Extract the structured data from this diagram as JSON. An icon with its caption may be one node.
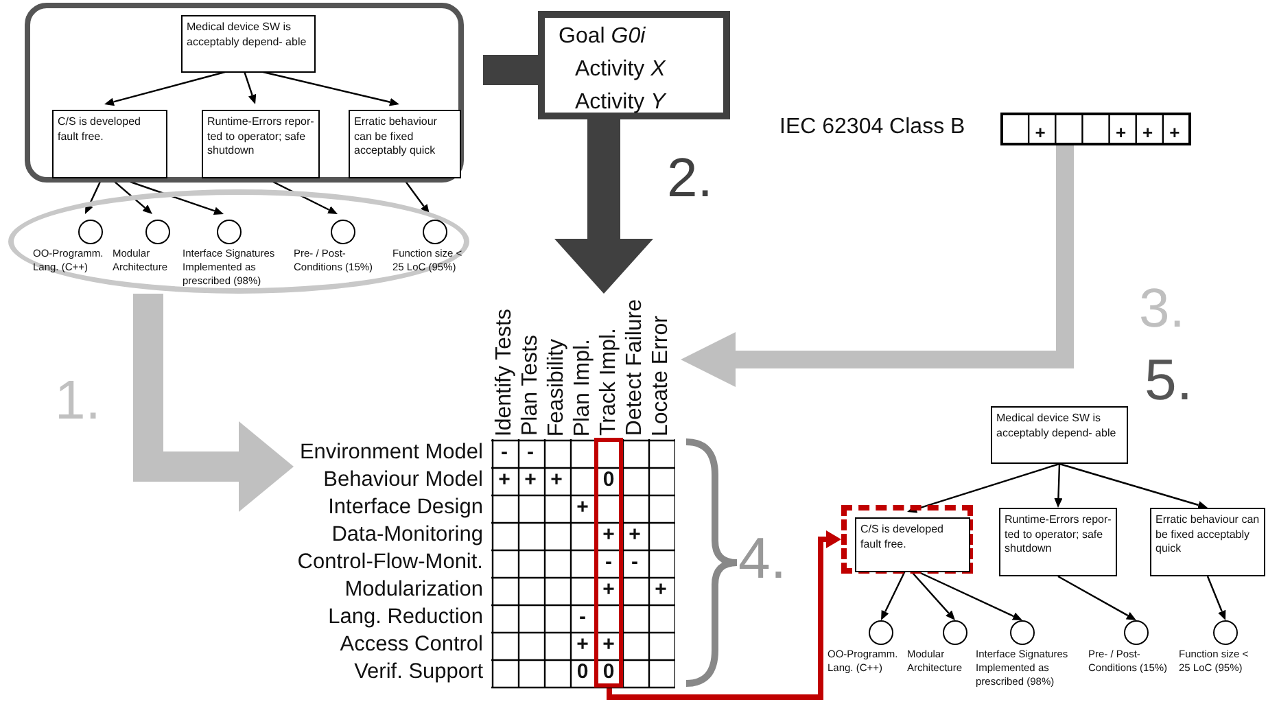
{
  "diagram": {
    "nodes": [
      {
        "text": [],
        "shape": "box"
      },
      {
        "text": [
          "Medical device SW is acceptably depend- able"
        ],
        "in": 0
      },
      {
        "text": [
          "C/S is developed fault free."
        ],
        "in": 0
      },
      {
        "text": [
          "Runtime-Errors repor- ted to operator; safe shutdown"
        ],
        "in": 0
      },
      {
        "text": [
          "Erratic behaviour can be fixed acceptably quick"
        ],
        "in": 0
      },
      {
        "text": [],
        "shape": "ellipse"
      },
      {
        "text": [],
        "shape": "circle",
        "in": 5,
        "beside": [
          "OO-Programm. Lang. (C++)"
        ]
      },
      {
        "text": [],
        "shape": "circle",
        "in": 5,
        "beside": [
          "Modular Architecture"
        ]
      },
      {
        "text": [],
        "shape": "circle",
        "in": 5,
        "beside": [
          "Interface Signatures Implemented as prescribed (98%)"
        ]
      },
      {
        "text": [],
        "shape": "circle",
        "in": 5,
        "beside": [
          "Pre- / Post- Conditions (15%)"
        ]
      },
      {
        "text": [],
        "shape": "circle",
        "in": 5,
        "beside": [
          "Function size < 25 LoC (95%)"
        ]
      },
      {
        "text": [
          "Goal *G0i*",
          "Activity *X*",
          "Activity *Y*"
        ]
      },
      {
        "text": [
          "IEC 62304 Class B"
        ]
      },
      {
        "text": [],
        "shape": "table"
      },
      {
        "text": [],
        "shape": "box",
        "in": 13
      },
      {
        "text": [
          "Medical device SW is acceptably depend- able"
        ]
      },
      {
        "text": [],
        "shape": "box"
      },
      {
        "text": [
          "C/S is developed fault free."
        ],
        "in": 16
      },
      {
        "text": [
          "Runtime-Errors repor- ted to operator; safe shutdown"
        ]
      },
      {
        "text": [
          "Erratic behaviour can be fixed acceptably quick"
        ]
      },
      {
        "text": [],
        "shape": "circle",
        "beside": [
          "OO-Programm. Lang. (C++)"
        ]
      },
      {
        "text": [],
        "shape": "circle",
        "beside": [
          "Modular Architecture"
        ]
      },
      {
        "text": [],
        "shape": "circle",
        "beside": [
          "Interface Signatures Implemented as prescribed (98%)"
        ]
      },
      {
        "text": [],
        "shape": "circle",
        "beside": [
          "Pre- / Post- Conditions (15%)"
        ]
      },
      {
        "text": [],
        "shape": "circle",
        "beside": [
          "Function size < 25 LoC (95%)"
        ]
      }
    ],
    "edges": [
      {
        "from": 1,
        "to": 2,
        "arrow": "to"
      },
      {
        "from": 1,
        "to": 3,
        "arrow": "to"
      },
      {
        "from": 1,
        "to": 4,
        "arrow": "to"
      },
      {
        "from": 2,
        "to": 6,
        "arrow": "to"
      },
      {
        "from": 2,
        "to": 7,
        "arrow": "to"
      },
      {
        "from": 2,
        "to": 8,
        "arrow": "to"
      },
      {
        "from": 3,
        "to": 9,
        "arrow": "to"
      },
      {
        "from": 4,
        "to": 10,
        "arrow": "to"
      },
      {
        "from": 5,
        "to": 13,
        "arrow": "to",
        "label": "1.",
        "style": "thick",
        "color": "#c0c0c0"
      },
      {
        "from": 11,
        "to": 13,
        "arrow": "to",
        "label": "2.",
        "style": "thick",
        "color": "#404040"
      },
      {
        "from": 12,
        "to": 13,
        "arrow": "to",
        "label": "3.",
        "style": "thick",
        "color": "#bfbfbf"
      },
      {
        "from": 14,
        "to": 16,
        "arrow": "to",
        "style": "thick",
        "color": "#c00000"
      },
      {
        "from": 15,
        "to": 17,
        "arrow": "to"
      },
      {
        "from": 15,
        "to": 18,
        "arrow": "to"
      },
      {
        "from": 15,
        "to": 19,
        "arrow": "to"
      },
      {
        "from": 17,
        "to": 20,
        "arrow": "to"
      },
      {
        "from": 17,
        "to": 21,
        "arrow": "to"
      },
      {
        "from": 17,
        "to": 22,
        "arrow": "to"
      },
      {
        "from": 18,
        "to": 23,
        "arrow": "to"
      },
      {
        "from": 19,
        "to": 24,
        "arrow": "to"
      }
    ],
    "labels": [
      "+",
      "+",
      "+",
      "+",
      "Identify Tests",
      "Plan Tests",
      "Feasibility",
      "Plan Impl.",
      "Track Impl.",
      "Detect Failure",
      "Locate Error",
      "Environment Model",
      "-",
      "-",
      "Behaviour Model",
      "+",
      "+",
      "+",
      "0",
      "Interface Design",
      "+",
      "Data-Monitoring",
      "+",
      "+",
      "Control-Flow-Monit.",
      "-",
      "-",
      "Modularization",
      "+",
      "+",
      "Lang. Reduction",
      "-",
      "Access Control",
      "+",
      "+",
      "Verif. Support",
      "0",
      "0",
      "4.",
      "5."
    ]
  }
}
